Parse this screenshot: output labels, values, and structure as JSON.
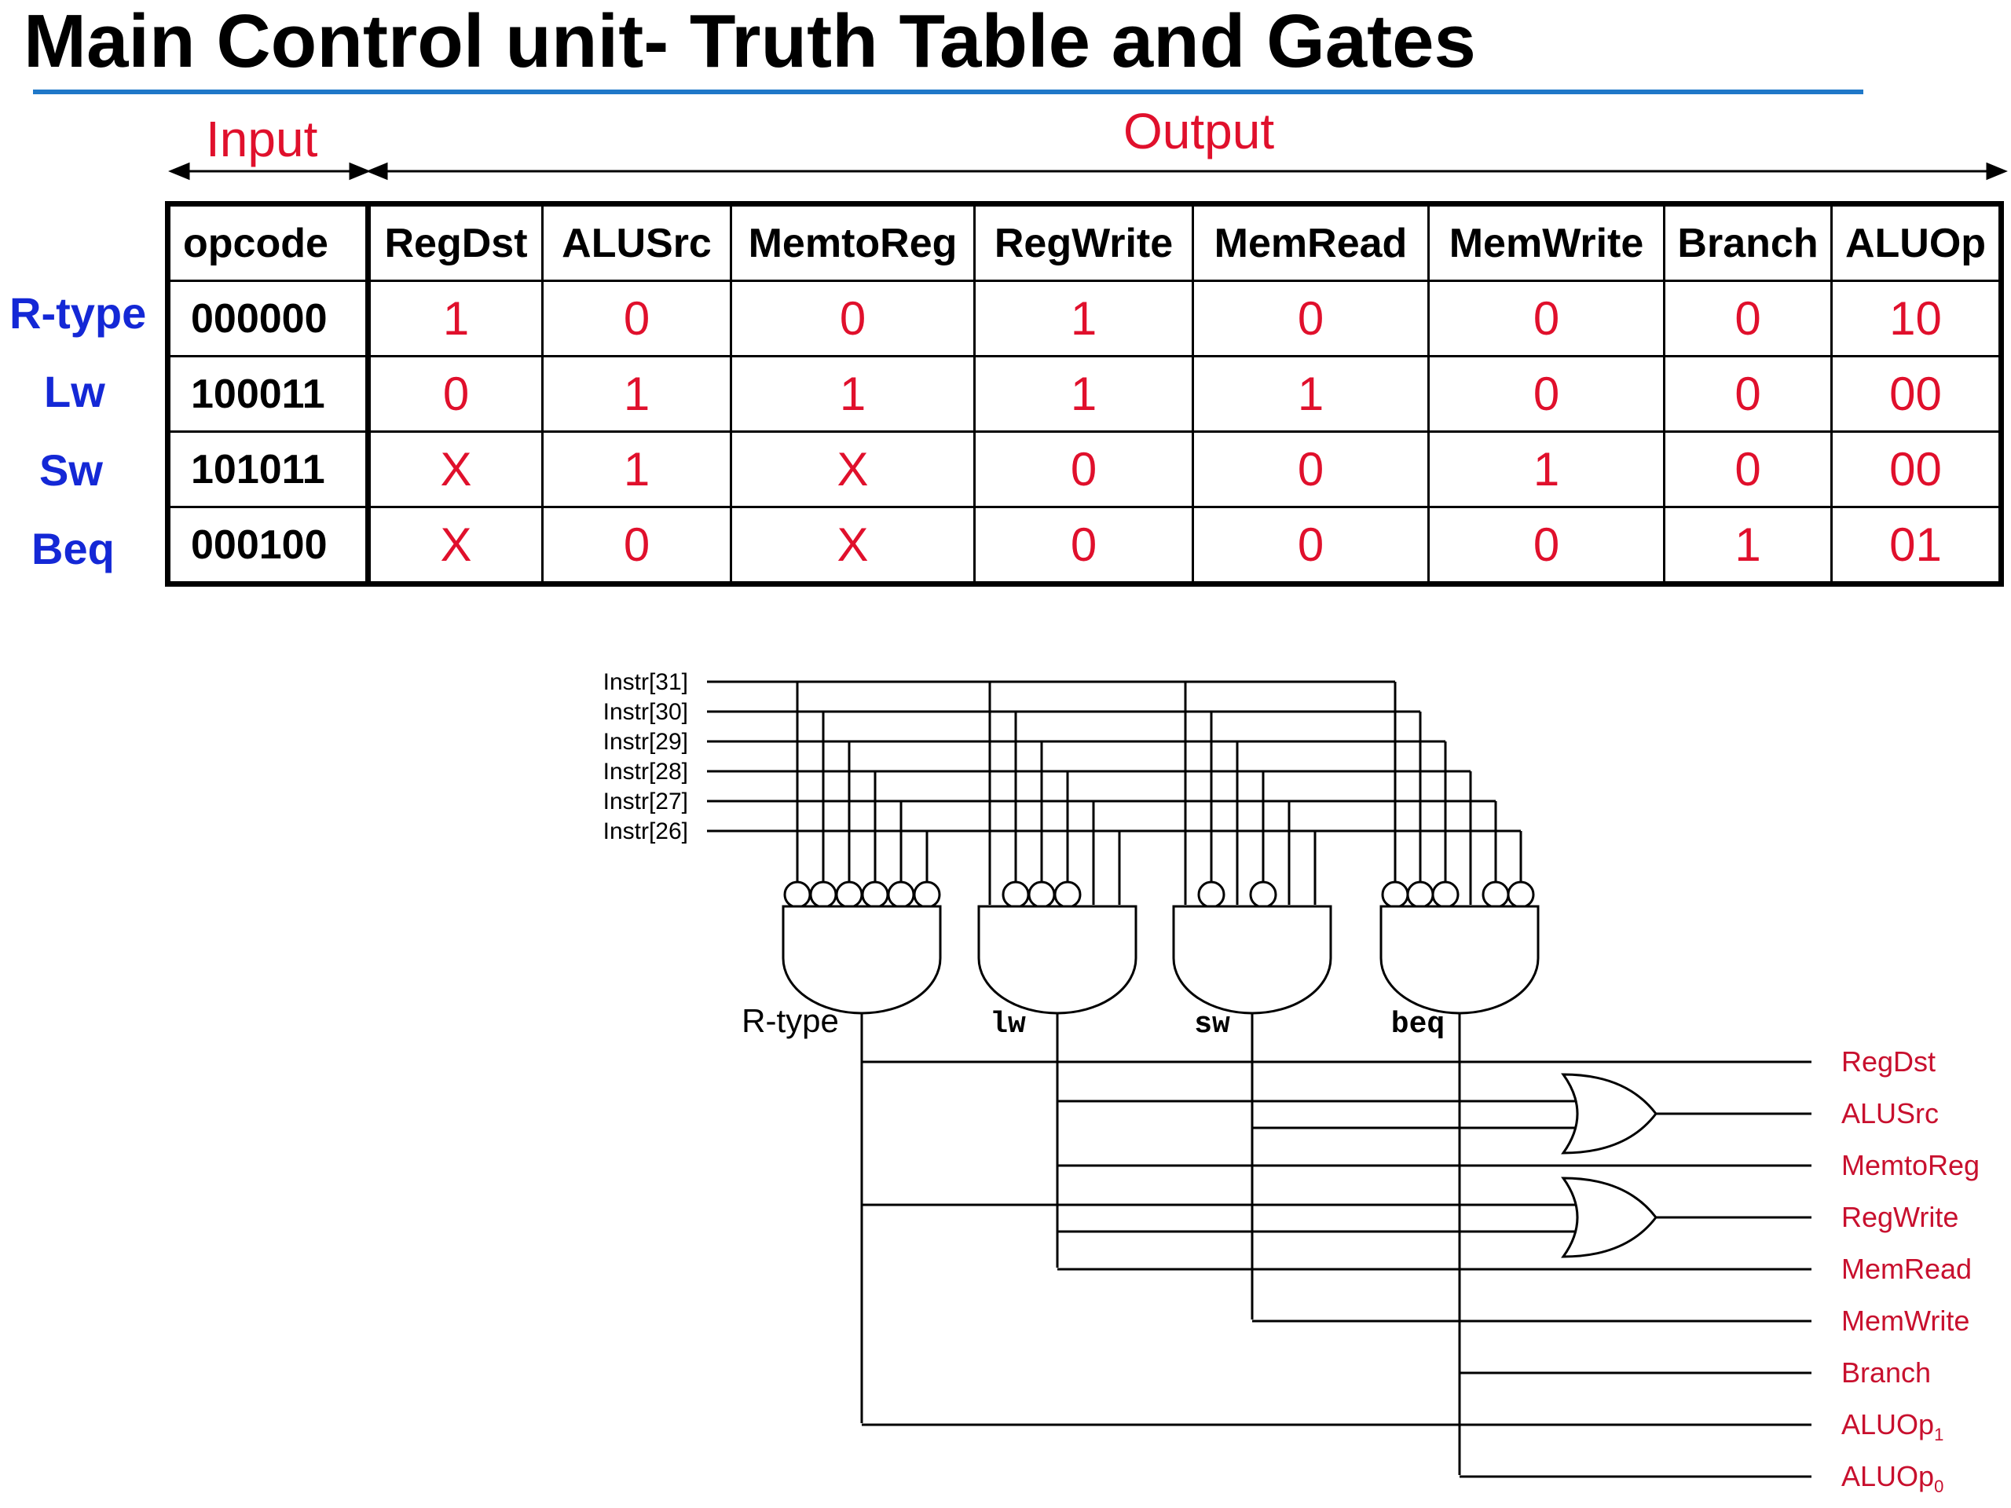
{
  "title": "Main Control unit- Truth Table and Gates",
  "colors": {
    "title_rule": "#1f78c8",
    "values": "#e0102c",
    "row_labels": "#1428d6",
    "output_signals": "#c8102e"
  },
  "io": {
    "input_label": "Input",
    "output_label": "Output"
  },
  "table": {
    "headers": [
      "opcode",
      "RegDst",
      "ALUSrc",
      "MemtoReg",
      "RegWrite",
      "MemRead",
      "MemWrite",
      "Branch",
      "ALUOp"
    ],
    "rows": [
      {
        "label": "R-type",
        "opcode": "000000",
        "values": [
          "1",
          "0",
          "0",
          "1",
          "0",
          "0",
          "0",
          "10"
        ]
      },
      {
        "label": "Lw",
        "opcode": "100011",
        "values": [
          "0",
          "1",
          "1",
          "1",
          "1",
          "0",
          "0",
          "00"
        ]
      },
      {
        "label": "Sw",
        "opcode": "101011",
        "values": [
          "X",
          "1",
          "X",
          "0",
          "0",
          "1",
          "0",
          "00"
        ]
      },
      {
        "label": "Beq",
        "opcode": "000100",
        "values": [
          "X",
          "0",
          "X",
          "0",
          "0",
          "0",
          "1",
          "01"
        ]
      }
    ]
  },
  "circuit": {
    "instr_lines": [
      "Instr[31]",
      "Instr[30]",
      "Instr[29]",
      "Instr[28]",
      "Instr[27]",
      "Instr[26]"
    ],
    "and_gates": [
      "R-type",
      "lw",
      "sw",
      "beq"
    ],
    "outputs": [
      {
        "name": "RegDst",
        "sub": ""
      },
      {
        "name": "ALUSrc",
        "sub": ""
      },
      {
        "name": "MemtoReg",
        "sub": ""
      },
      {
        "name": "RegWrite",
        "sub": ""
      },
      {
        "name": "MemRead",
        "sub": ""
      },
      {
        "name": "MemWrite",
        "sub": ""
      },
      {
        "name": "Branch",
        "sub": ""
      },
      {
        "name": "ALUOp",
        "sub": "1"
      },
      {
        "name": "ALUOp",
        "sub": "0"
      }
    ]
  }
}
